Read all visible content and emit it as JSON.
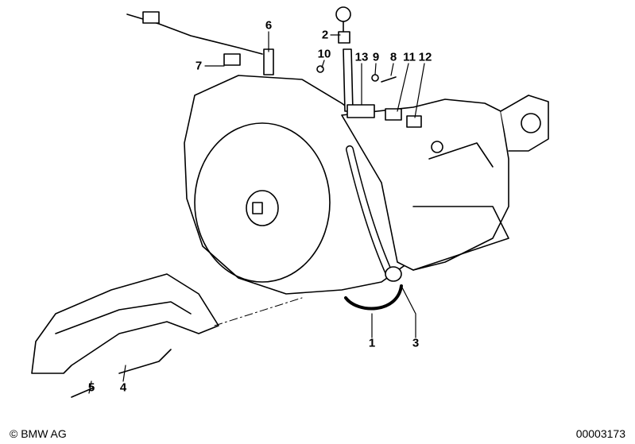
{
  "diagram": {
    "callouts": [
      {
        "id": "1",
        "label": "1"
      },
      {
        "id": "2",
        "label": "2"
      },
      {
        "id": "3",
        "label": "3"
      },
      {
        "id": "4",
        "label": "4"
      },
      {
        "id": "5",
        "label": "5"
      },
      {
        "id": "6",
        "label": "6"
      },
      {
        "id": "7",
        "label": "7"
      },
      {
        "id": "8",
        "label": "8"
      },
      {
        "id": "9",
        "label": "9"
      },
      {
        "id": "10",
        "label": "10"
      },
      {
        "id": "11",
        "label": "11"
      },
      {
        "id": "12",
        "label": "12"
      },
      {
        "id": "13",
        "label": "13"
      }
    ]
  },
  "footer": {
    "copyright": "© BMW AG",
    "diagram_number": "00003173"
  }
}
